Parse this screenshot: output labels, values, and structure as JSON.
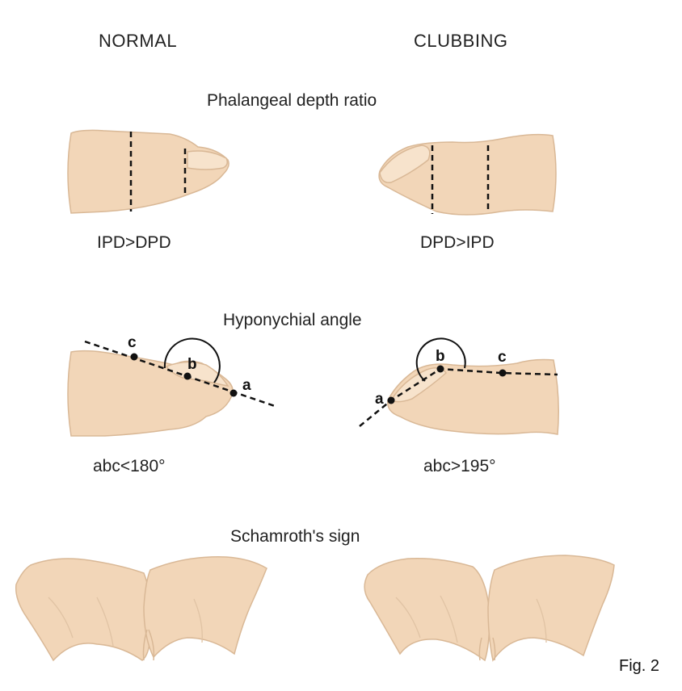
{
  "columns": {
    "left": "NORMAL",
    "right": "CLUBBING"
  },
  "sections": {
    "depth": {
      "title": "Phalangeal depth ratio",
      "left_caption": "IPD>DPD",
      "right_caption": "DPD>IPD"
    },
    "angle": {
      "title": "Hyponychial angle",
      "left_caption": "abc<180°",
      "right_caption": "abc>195°",
      "points": {
        "a": "a",
        "b": "b",
        "c": "c"
      }
    },
    "schamroth": {
      "title": "Schamroth's sign"
    }
  },
  "figure_label": "Fig. 2",
  "colors": {
    "skin": "#f2d6b8",
    "skin_edge": "#d9b896",
    "nail": "#f7e3cc"
  }
}
